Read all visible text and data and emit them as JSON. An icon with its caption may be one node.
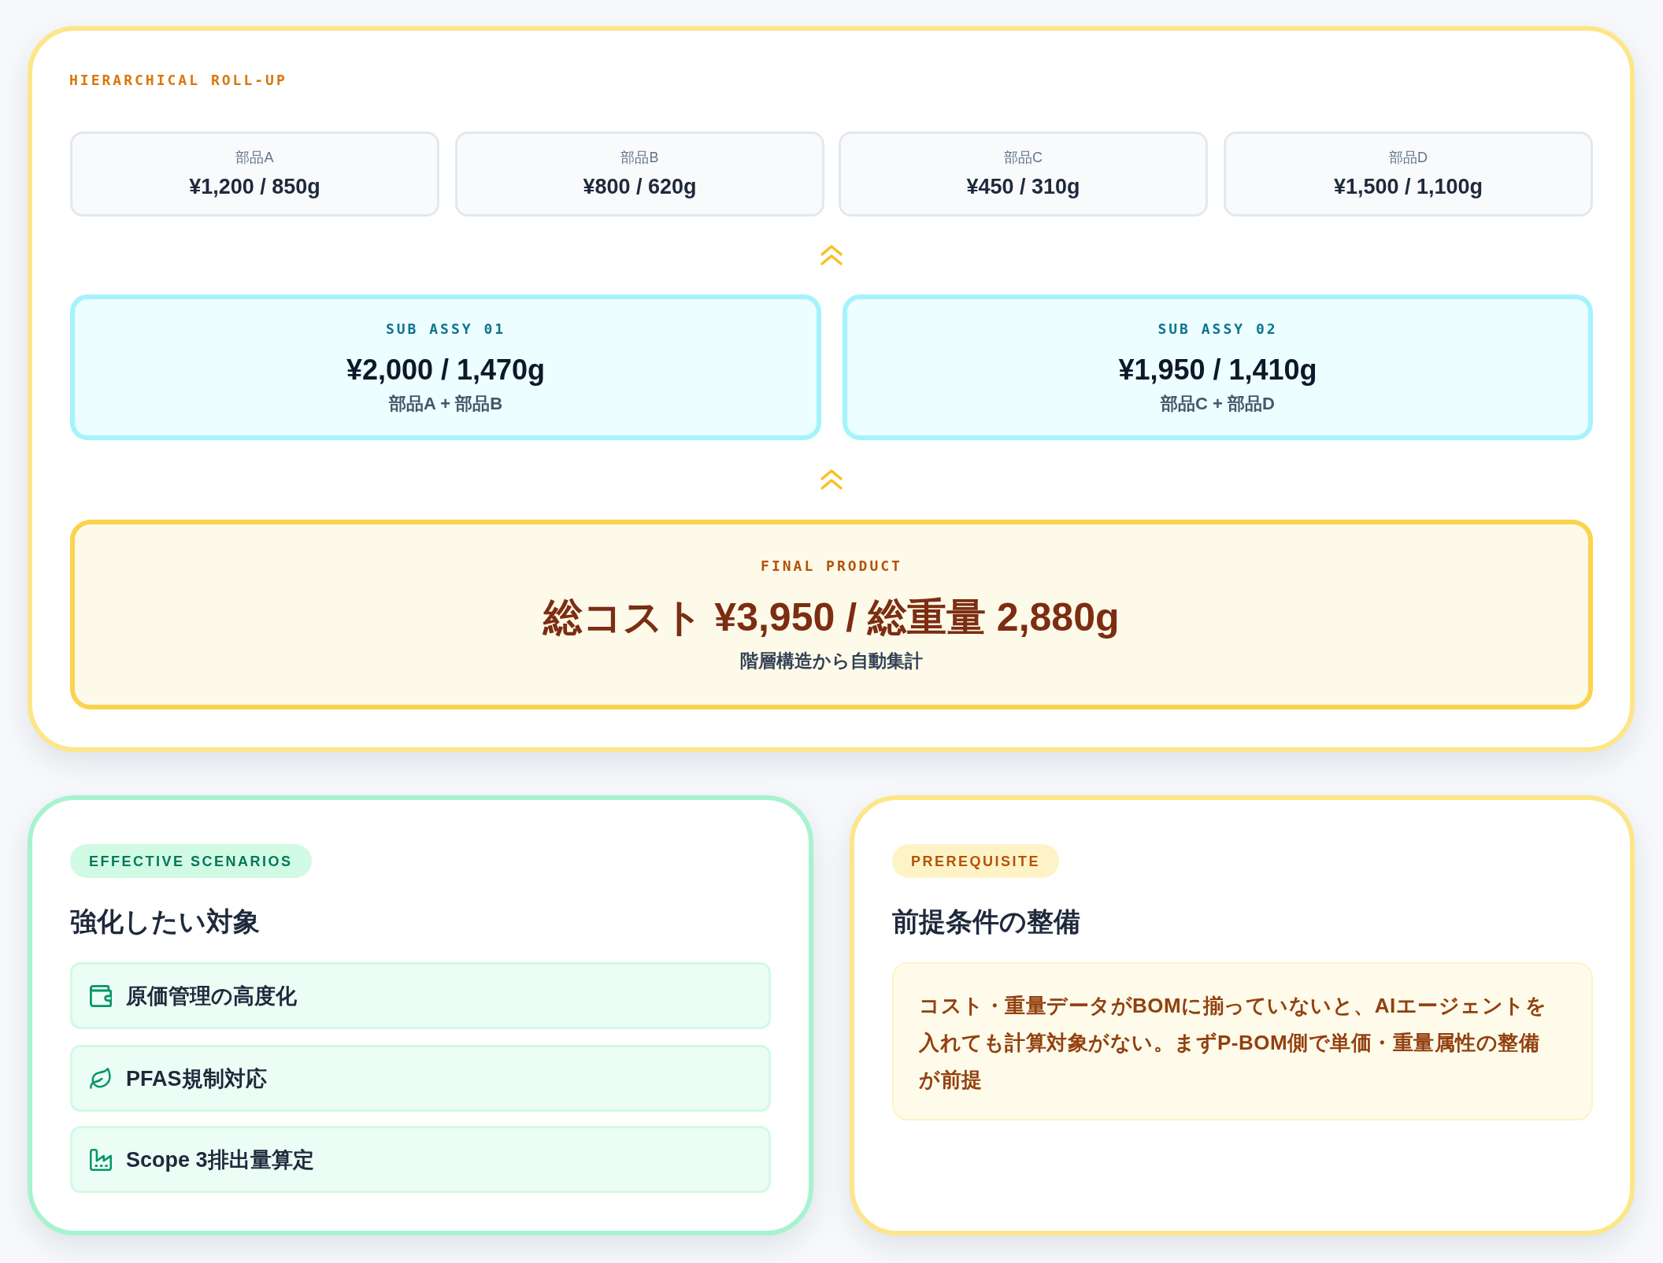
{
  "diagram": {
    "nodes": [
      {
        "text": [
          "HIERARCHICAL ROLL-UP"
        ]
      },
      {
        "text": [
          "部品A",
          "¥1,200 / 850g"
        ],
        "in": 0
      },
      {
        "text": [
          "部品B",
          "¥800 / 620g"
        ],
        "in": 0
      },
      {
        "text": [
          "部品C",
          "¥450 / 310g"
        ],
        "in": 0
      },
      {
        "text": [
          "部品D",
          "¥1,500 / 1,100g"
        ],
        "in": 0
      },
      {
        "text": [
          "SUB ASSY 01",
          "¥2,000 / 1,470g",
          "部品A + 部品B"
        ],
        "in": 0
      },
      {
        "text": [
          "SUB ASSY 02",
          "¥1,950 / 1,410g",
          "部品C + 部品D"
        ],
        "in": 0
      },
      {
        "text": [
          "FINAL PRODUCT",
          "総コスト ¥3,950 / 総重量 2,880g",
          "階層構造から自動集計"
        ],
        "in": 0
      },
      {
        "text": [
          "強化したい対象"
        ]
      },
      {
        "text": [
          "EFFECTIVE SCENARIOS"
        ],
        "in": 8
      },
      {
        "text": [
          "原価管理の高度化"
        ],
        "in": 8
      },
      {
        "text": [
          "PFAS規制対応"
        ],
        "in": 8
      },
      {
        "text": [
          "Scope 3排出量算定"
        ],
        "in": 8
      },
      {
        "text": [
          "前提条件の整備"
        ]
      },
      {
        "text": [
          "PREREQUISITE"
        ],
        "in": 13
      },
      {
        "text": [
          "コスト・重量データがBOMに揃っていないと、AIエージェントを入れても計算対象がない。まずP-BOM側で単価・重量属性の整備が前提"
        ],
        "in": 13
      }
    ]
  }
}
